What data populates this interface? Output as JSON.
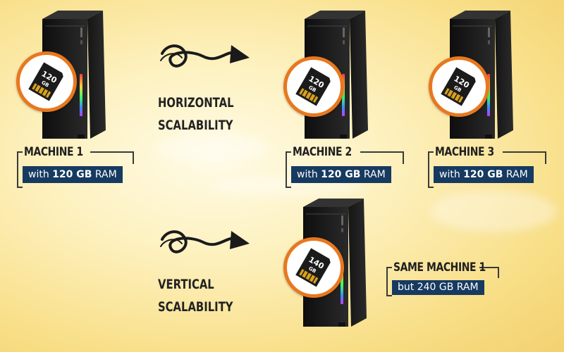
{
  "diagram": {
    "colors": {
      "badge_ring": "#e8781f",
      "pill_bg": "#173a61",
      "tower": "#1a1a1a",
      "text": "#222222"
    },
    "machines": [
      {
        "card_label": "120",
        "card_unit": "GB",
        "title": "MACHINE 1",
        "pill_prefix": "with ",
        "pill_amount": "120 GB",
        "pill_suffix": " RAM"
      },
      {
        "card_label": "120",
        "card_unit": "GB",
        "title": "MACHINE 2",
        "pill_prefix": "with ",
        "pill_amount": "120 GB",
        "pill_suffix": " RAM"
      },
      {
        "card_label": "120",
        "card_unit": "GB",
        "title": "MACHINE 3",
        "pill_prefix": "with ",
        "pill_amount": "120 GB",
        "pill_suffix": " RAM"
      },
      {
        "card_label": "140",
        "card_unit": "GB",
        "title": "SAME MACHINE 1",
        "pill_text": "but 240 GB RAM"
      }
    ],
    "horizontal": {
      "line1": "HORIZONTAL",
      "line2": "SCALABILITY",
      "arrow_icon": "curly-arrow-icon"
    },
    "vertical": {
      "line1": "VERTICAL",
      "line2": "SCALABILITY",
      "arrow_icon": "curly-arrow-icon"
    }
  }
}
